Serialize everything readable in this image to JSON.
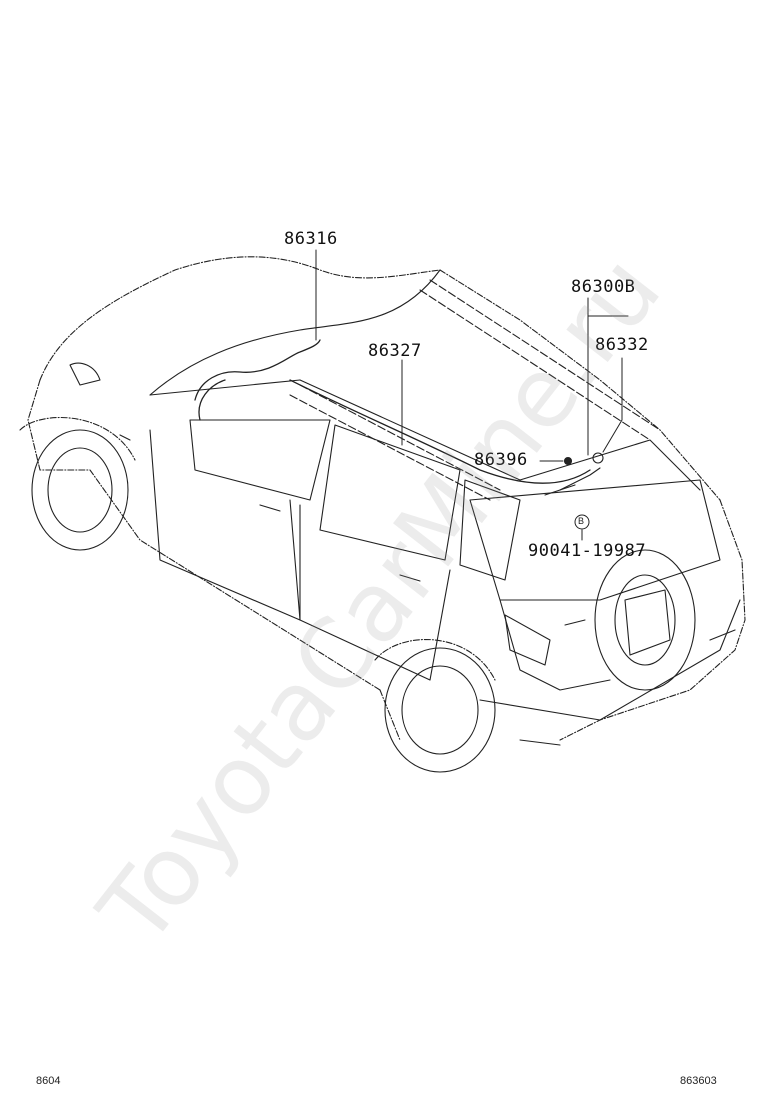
{
  "diagram": {
    "part_numbers": {
      "p86316": "86316",
      "p86327": "86327",
      "p86300b": "86300B",
      "p86332": "86332",
      "p86396": "86396",
      "p90041": "90041-19987"
    },
    "callout_marker": "B",
    "footer": {
      "left_code": "8604",
      "right_code": "863603"
    },
    "watermark": "ToyotaCarMine.ru"
  }
}
